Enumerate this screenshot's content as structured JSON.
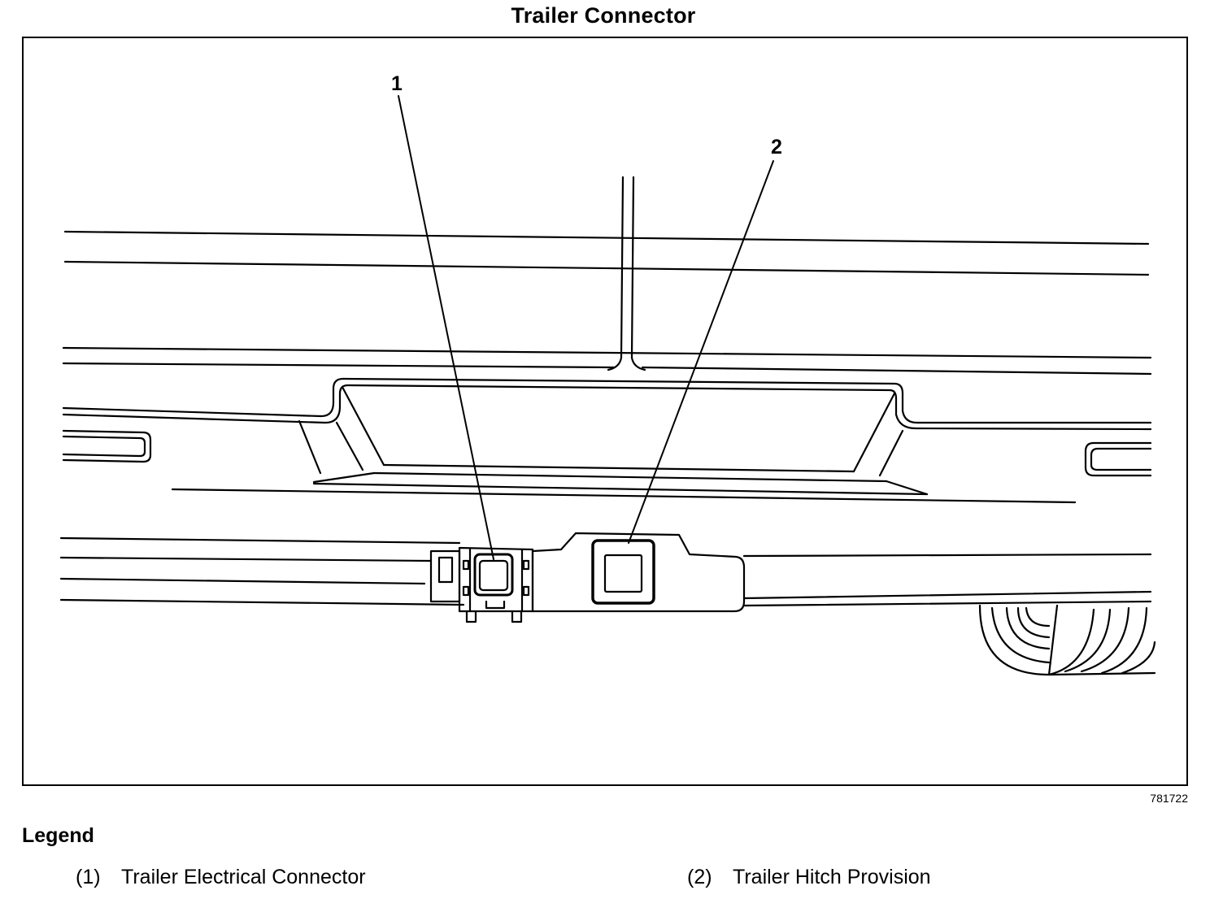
{
  "title": "Trailer Connector",
  "figure_id": "781722",
  "callouts": [
    {
      "number": "1",
      "target": "Trailer Electrical Connector"
    },
    {
      "number": "2",
      "target": "Trailer Hitch Provision"
    }
  ],
  "legend": {
    "heading": "Legend",
    "items": [
      {
        "number": "(1)",
        "label": "Trailer Electrical Connector"
      },
      {
        "number": "(2)",
        "label": "Trailer Hitch Provision"
      }
    ]
  }
}
